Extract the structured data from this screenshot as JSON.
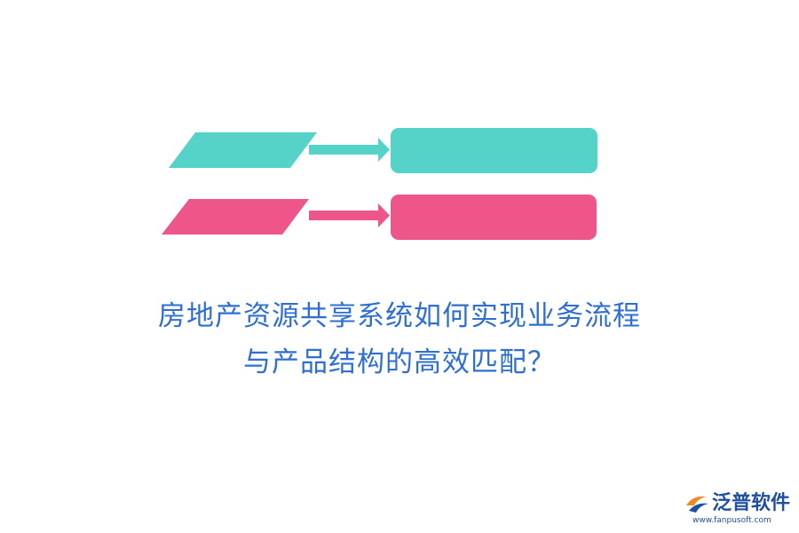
{
  "colors": {
    "teal": "#56d3c8",
    "pink": "#ee5588",
    "title": "#2f6fd1",
    "logo_blue": "#1f4fa0",
    "logo_orange": "#f08a24"
  },
  "title": {
    "line1": "房地产资源共享系统如何实现业务流程",
    "line2": "与产品结构的高效匹配？"
  },
  "logo": {
    "name": "泛普软件",
    "url": "www.fanpusoft.com",
    "icon": "fanpu-logo-icon"
  }
}
